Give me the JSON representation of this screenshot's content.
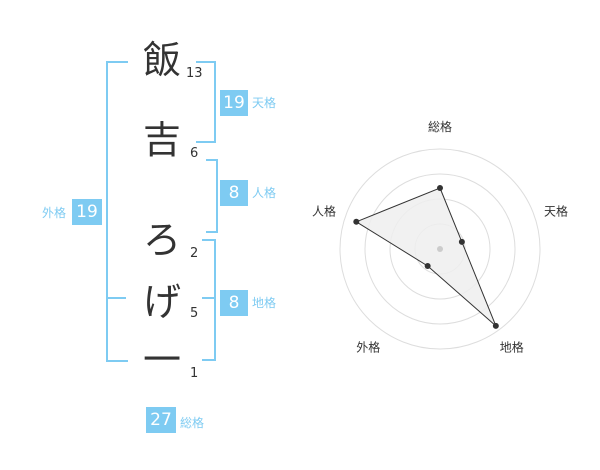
{
  "name": {
    "characters": [
      {
        "char": "飯",
        "strokes": "13"
      },
      {
        "char": "吉",
        "strokes": "6"
      },
      {
        "char": "ろ",
        "strokes": "2"
      },
      {
        "char": "げ",
        "strokes": "5"
      },
      {
        "char": "一",
        "strokes": "1"
      }
    ]
  },
  "fortune": {
    "tenkaku": {
      "value": "19",
      "label": "天格"
    },
    "jinkaku": {
      "value": "8",
      "label": "人格"
    },
    "chikaku": {
      "value": "8",
      "label": "地格"
    },
    "gaikaku": {
      "value": "19",
      "label": "外格"
    },
    "soukaku": {
      "value": "27",
      "label": "総格"
    }
  },
  "colors": {
    "accent": "#7ecbf2",
    "text": "#333333",
    "grid": "#dddddd",
    "fill": "#eeeeee"
  },
  "chart_data": {
    "type": "radar",
    "axes": [
      "総格",
      "天格",
      "地格",
      "外格",
      "人格"
    ],
    "rings": 4,
    "values": [
      0.61,
      0.23,
      0.95,
      0.21,
      0.88
    ],
    "max": 1
  }
}
